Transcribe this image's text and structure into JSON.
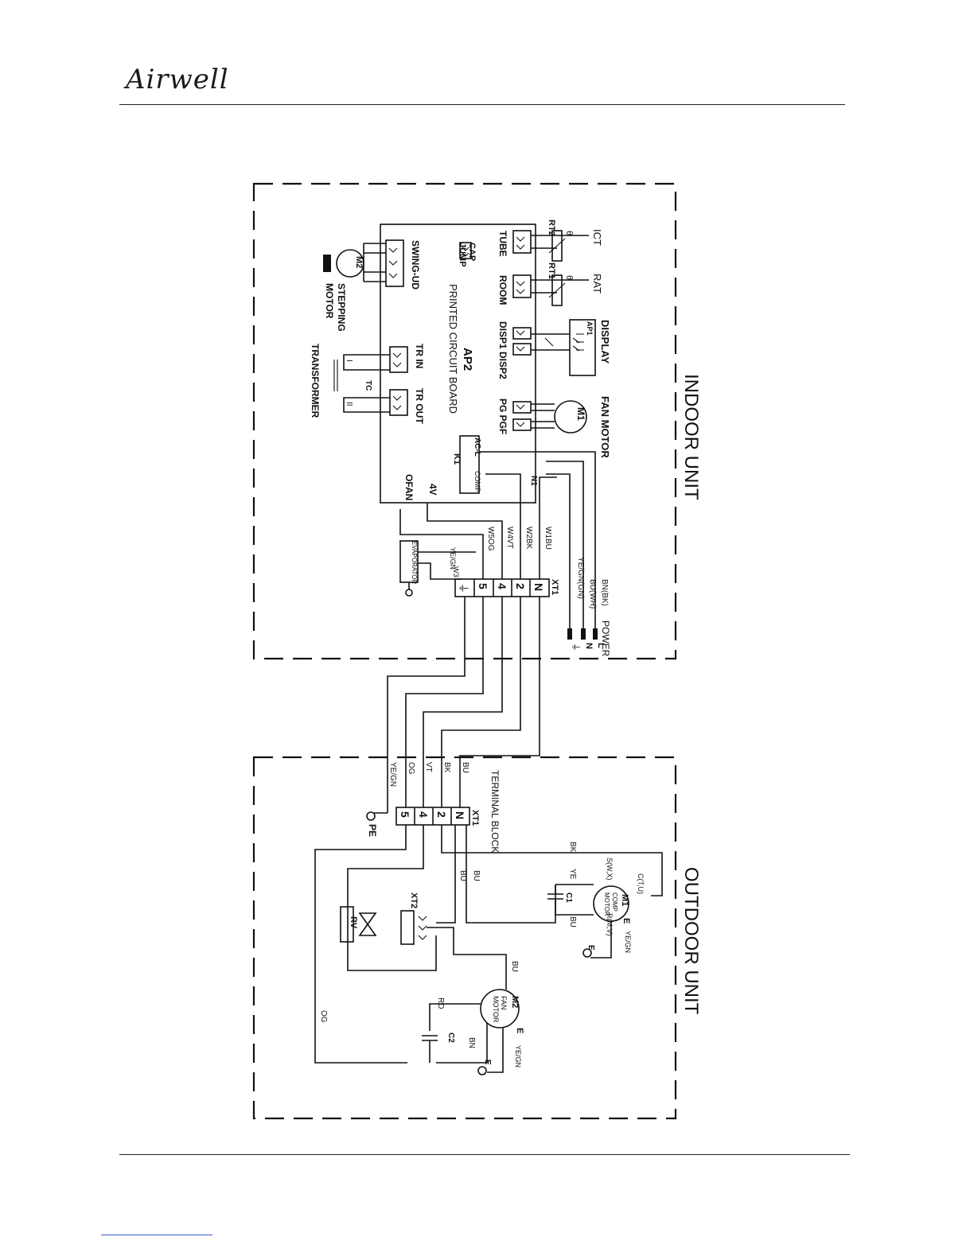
{
  "brand": {
    "logo_text": "Airwell"
  },
  "indoor": {
    "title": "INDOOR UNIT",
    "pcb_name": "AP2",
    "pcb_desc": "PRINTED CIRCUIT BOARD",
    "swing": "SWING-UD",
    "cap_jump": [
      "CAP",
      "JUMP"
    ],
    "tube": "TUBE",
    "room": "ROOM",
    "disp": "DISP1 DISP2",
    "pg": "PG PGF",
    "tr_in": "TR IN",
    "tr_out": "TR OUT",
    "ofan": "OFAN",
    "v4": "4V",
    "k1": "K1",
    "acl": "AC-L",
    "comp": "COMP",
    "n1": "N1",
    "rt2": "RT2",
    "rt1": "RT1",
    "theta": "θ",
    "ict": "ICT",
    "rat": "RAT",
    "display": "DISPLAY",
    "ap1": "AP1",
    "fan_motor": "FAN MOTOR",
    "m1": "M1",
    "stepping_motor": [
      "STEPPING",
      "MOTOR"
    ],
    "m2": "M2",
    "transformer": "TRANSFORMER",
    "tc": "TC",
    "tc_i": "I",
    "tc_ii": "II",
    "evaporator": "EVAPORATOR",
    "w3": "W3",
    "yegn": "YE/GN",
    "xt1": "XT1",
    "terminals": [
      "N",
      "2",
      "4",
      "5",
      "⏚"
    ],
    "wires": [
      "W1BU",
      "W2BK",
      "W4VT",
      "W5OG"
    ],
    "power": "POWER",
    "power_pins": [
      "L",
      "N",
      "⏚"
    ],
    "bn": "BN(BK)",
    "bu": "BU(WH)",
    "yegn2": "YE/GN(GN)"
  },
  "outdoor": {
    "title": "OUTDOOR UNIT",
    "terminal_block": "TERMINAL BLOCK",
    "xt1": "XT1",
    "terminals": [
      "N",
      "2",
      "4",
      "5"
    ],
    "wire_colors": [
      "BU",
      "BK",
      "VT",
      "OG",
      "YE/GN"
    ],
    "pe": "PE",
    "bk": "BK",
    "bu_a": "BU",
    "bu_b": "BU",
    "bu_c": "BU",
    "bu_d": "BU",
    "ye": "YE",
    "ctu": "C(T,U)",
    "swx": "S(W,X)",
    "rmv": "R(M,V)",
    "m1": "M1",
    "comp_motor": [
      "COMP",
      "MOTOR"
    ],
    "e": "E",
    "yegn": "YE/GN",
    "c1": "C1",
    "xt2": "XT2",
    "rv": "RV",
    "m2": "M2",
    "fan_motor": [
      "FAN",
      "MOTOR"
    ],
    "rd": "RD",
    "bn": "BN",
    "c2": "C2",
    "og": "OG",
    "e2": "E",
    "yegn2": "YE/GN"
  }
}
